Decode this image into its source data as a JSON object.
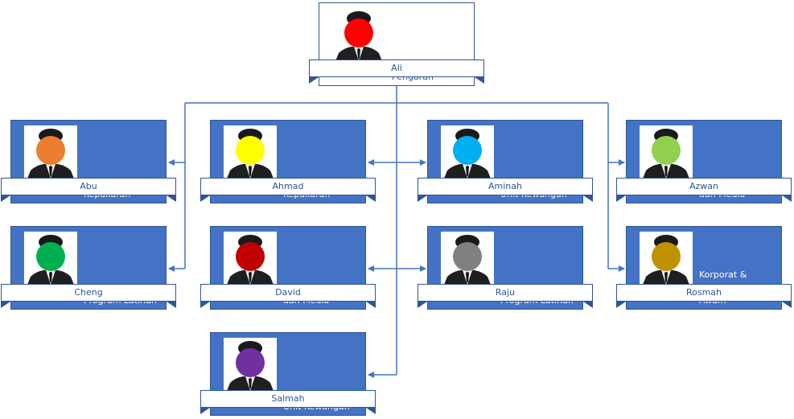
{
  "root": {
    "role": "Pengarah",
    "name": "Ali",
    "face_color": "#ff0000"
  },
  "members": [
    {
      "role": "Penyelidikan dan Kepakaran",
      "name": "Abu",
      "face_color": "#ed7d31"
    },
    {
      "role": "Program Latihan",
      "name": "Cheng",
      "face_color": "#00b050"
    },
    {
      "role": "Penyelidikan dan Kepakaran",
      "name": "Ahmad",
      "face_color": "#ffff00"
    },
    {
      "role": "Unit Penerbitan dan Media",
      "name": "David",
      "face_color": "#c00000"
    },
    {
      "role": "Unit Kewangan",
      "name": "Salmah",
      "face_color": "#7030a0"
    },
    {
      "role": "Unit Kewangan",
      "name": "Aminah",
      "face_color": "#00b0f0"
    },
    {
      "role": "Program Latihan",
      "name": "Raju",
      "face_color": "#808080"
    },
    {
      "role": "Unit Penerbitan dan Media",
      "name": "Azwan",
      "face_color": "#92d050"
    },
    {
      "role": "Korporat & Perhubungan Awam",
      "name": "Rosmah",
      "face_color": "#bf9000"
    }
  ],
  "colors": {
    "card": "#4472c4",
    "line": "#4472c4",
    "text_dark": "#2f5597"
  }
}
